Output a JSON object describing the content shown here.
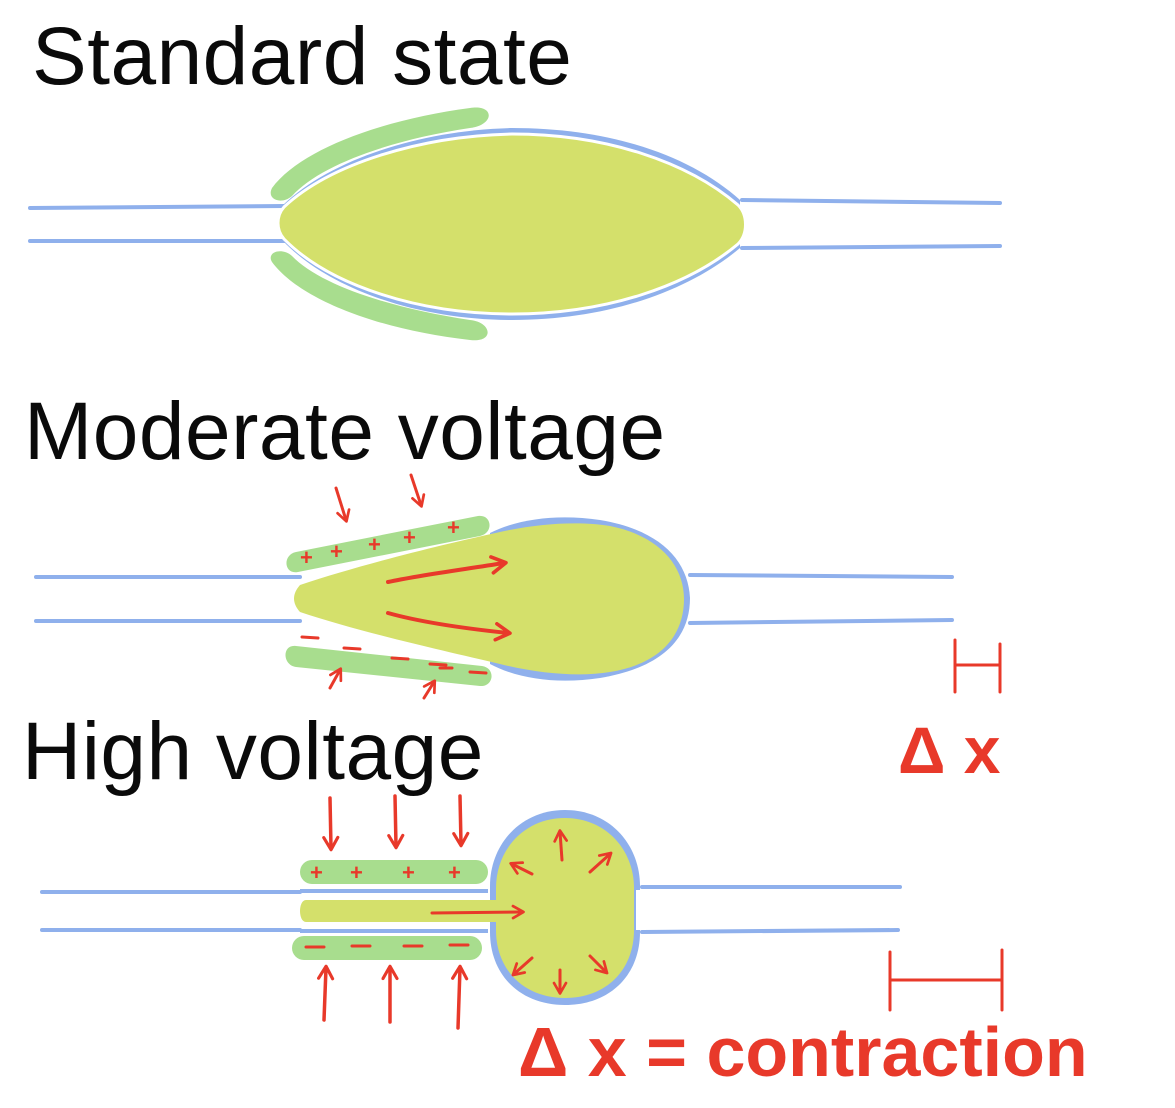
{
  "headings": {
    "standard": "Standard state",
    "moderate": "Moderate voltage",
    "high": "High voltage"
  },
  "annotations": {
    "delta_x": "Δ x",
    "delta_x_contraction": "Δ x = contraction"
  },
  "charges": {
    "positive": "+",
    "negative": "−"
  },
  "colors": {
    "text": "#0a0a0a",
    "annotation_red": "#e8392a",
    "fluid_yellow_green": "#d4e06b",
    "electrode_green": "#a8dd8e",
    "membrane_blue": "#8fb0ec"
  }
}
